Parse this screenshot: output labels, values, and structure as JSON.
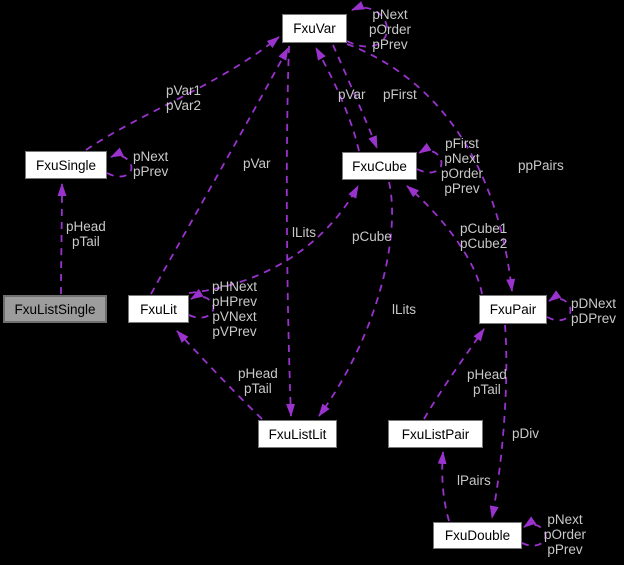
{
  "diagram": {
    "type": "collaboration-graph",
    "colors": {
      "background": "#000000",
      "edge": "#9a32cd",
      "edge_label": "#c9c9c9",
      "node_fill": "#ffffff",
      "node_border": "#787878",
      "highlight_fill": "#9c9c9c",
      "node_text": "#000000"
    },
    "nodes": [
      {
        "id": "fxuvar",
        "label": "FxuVar",
        "highlighted": false
      },
      {
        "id": "fxusingle",
        "label": "FxuSingle",
        "highlighted": false
      },
      {
        "id": "fxucube",
        "label": "FxuCube",
        "highlighted": false
      },
      {
        "id": "fxulistsingle",
        "label": "FxuListSingle",
        "highlighted": true
      },
      {
        "id": "fxulit",
        "label": "FxuLit",
        "highlighted": false
      },
      {
        "id": "fxupair",
        "label": "FxuPair",
        "highlighted": false
      },
      {
        "id": "fxulistlit",
        "label": "FxuListLit",
        "highlighted": false
      },
      {
        "id": "fxulistpair",
        "label": "FxuListPair",
        "highlighted": false
      },
      {
        "id": "fxudouble",
        "label": "FxuDouble",
        "highlighted": false
      }
    ],
    "edges": [
      {
        "from": "FxuVar",
        "to": "FxuVar",
        "lines": [
          "pNext",
          "pOrder",
          "pPrev"
        ]
      },
      {
        "from": "FxuSingle",
        "to": "FxuVar",
        "lines": [
          "pVar1",
          "pVar2"
        ]
      },
      {
        "from": "FxuSingle",
        "to": "FxuSingle",
        "lines": [
          "pNext",
          "pPrev"
        ]
      },
      {
        "from": "FxuListSingle",
        "to": "FxuSingle",
        "lines": [
          "pHead",
          "pTail"
        ]
      },
      {
        "from": "FxuLit",
        "to": "FxuVar",
        "lines": [
          "pVar"
        ]
      },
      {
        "from": "FxuCube",
        "to": "FxuVar",
        "lines": [
          "pVar"
        ]
      },
      {
        "from": "FxuVar",
        "to": "FxuCube",
        "lines": [
          "pFirst"
        ]
      },
      {
        "from": "FxuCube",
        "to": "FxuCube",
        "lines": [
          "pFirst",
          "pNext",
          "pOrder",
          "pPrev"
        ]
      },
      {
        "from": "FxuVar",
        "to": "FxuPair",
        "lines": [
          "ppPairs"
        ]
      },
      {
        "from": "FxuPair",
        "to": "FxuCube",
        "lines": [
          "pCube1",
          "pCube2"
        ]
      },
      {
        "from": "FxuPair",
        "to": "FxuPair",
        "lines": [
          "pDNext",
          "pDPrev"
        ]
      },
      {
        "from": "FxuLit",
        "to": "FxuCube",
        "lines": [
          "pCube"
        ]
      },
      {
        "from": "FxuVar",
        "to": "FxuListLit",
        "lines": [
          "lLits"
        ]
      },
      {
        "from": "FxuCube",
        "to": "FxuListLit",
        "lines": [
          "lLits"
        ]
      },
      {
        "from": "FxuListLit",
        "to": "FxuLit",
        "lines": [
          "pHead",
          "pTail"
        ]
      },
      {
        "from": "FxuLit",
        "to": "FxuLit",
        "lines": [
          "pHNext",
          "pHPrev",
          "pVNext",
          "pVPrev"
        ]
      },
      {
        "from": "FxuListPair",
        "to": "FxuPair",
        "lines": [
          "pHead",
          "pTail"
        ]
      },
      {
        "from": "FxuPair",
        "to": "FxuDouble",
        "lines": [
          "pDiv"
        ]
      },
      {
        "from": "FxuDouble",
        "to": "FxuListPair",
        "lines": [
          "lPairs"
        ]
      },
      {
        "from": "FxuDouble",
        "to": "FxuDouble",
        "lines": [
          "pNext",
          "pOrder",
          "pPrev"
        ]
      }
    ]
  }
}
